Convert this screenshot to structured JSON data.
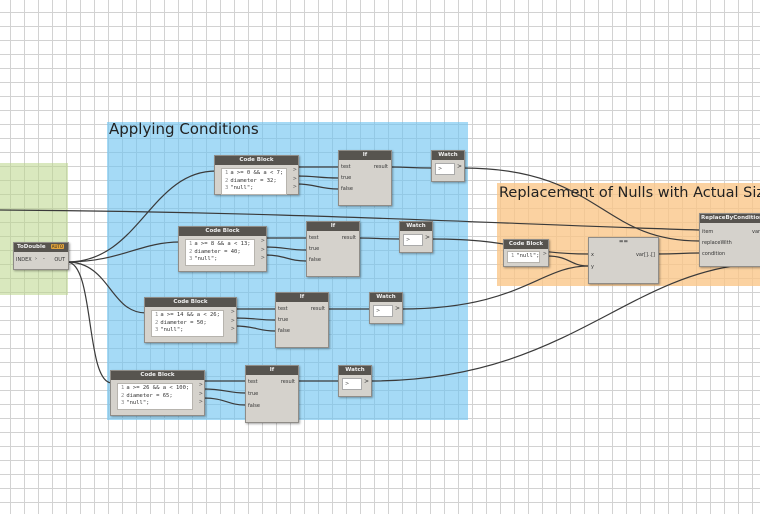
{
  "groups": {
    "green": {
      "title": ""
    },
    "blue": {
      "title": "Applying Conditions"
    },
    "orange": {
      "title": "Replacement of Nulls with Actual Sizes"
    }
  },
  "colors": {
    "group_green": "#bad688",
    "group_blue": "#6ec4f0",
    "group_orange": "#fac587",
    "node_header": "#57544f",
    "node_body": "#d5d2cc",
    "wire": "#3a3a3a"
  },
  "nodes": {
    "to_double": {
      "title": "ToDouble",
      "tag": "AUTO",
      "in": "INDEX",
      "out": "OUT",
      "sep": "›",
      "lacing": "-"
    },
    "code_blocks": [
      {
        "title": "Code Block",
        "lines": [
          "a >= 0 && a < 7;",
          "diameter = 32;",
          "\"null\";"
        ]
      },
      {
        "title": "Code Block",
        "lines": [
          "a >= 8 && a < 13;",
          "diameter = 40;",
          "\"null\";"
        ]
      },
      {
        "title": "Code Block",
        "lines": [
          "a >= 14 && a < 26;",
          "diameter = 50;",
          "\"null\";"
        ]
      },
      {
        "title": "Code Block",
        "lines": [
          "a >= 26 && a < 100;",
          "diameter = 65;",
          "\"null\";"
        ]
      }
    ],
    "if_nodes": [
      {
        "title": "If",
        "inputs": [
          "test",
          "true",
          "false"
        ],
        "output": "result"
      },
      {
        "title": "If",
        "inputs": [
          "test",
          "true",
          "false"
        ],
        "output": "result"
      },
      {
        "title": "If",
        "inputs": [
          "test",
          "true",
          "false"
        ],
        "output": "result"
      },
      {
        "title": "If",
        "inputs": [
          "test",
          "true",
          "false"
        ],
        "output": "result"
      }
    ],
    "watch_nodes": [
      {
        "title": "Watch"
      },
      {
        "title": "Watch"
      },
      {
        "title": "Watch"
      },
      {
        "title": "Watch"
      }
    ],
    "code_block_null": {
      "title": "Code Block",
      "line": "\"null\";"
    },
    "equals": {
      "title": "==",
      "inputs": [
        "x",
        "y"
      ],
      "output": "var[]..[]"
    },
    "replace": {
      "title": "ReplaceByCondition",
      "inputs": [
        "item",
        "replaceWith",
        "condition"
      ],
      "output": "var"
    }
  }
}
